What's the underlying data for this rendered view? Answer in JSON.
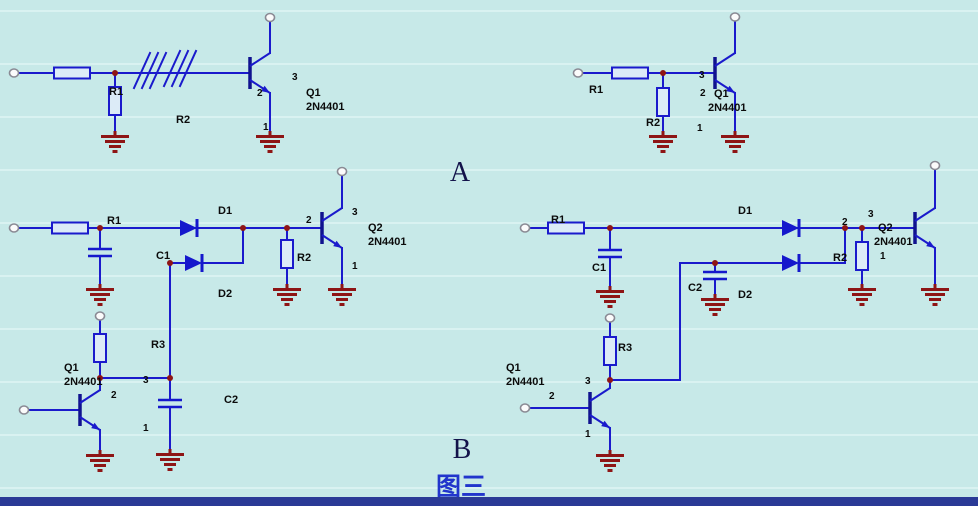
{
  "page": {
    "section_a": "A",
    "section_b": "B",
    "caption": "图三"
  },
  "colors": {
    "background": "#c7e9e8",
    "wire_blue": "#1a1acc",
    "component_blue": "#1518cc",
    "ground_red": "#8e1515",
    "label_black": "#0b0b0b",
    "section_label": "#13134a",
    "caption_blue": "#2135cc",
    "footer_bar": "#2a3a96"
  },
  "circuits": {
    "top_left": {
      "r1": "R1",
      "r2": "R2",
      "q_ref": "Q1",
      "q_part": "2N4401",
      "pin_c": "3",
      "pin_b": "2",
      "pin_e": "1"
    },
    "top_right": {
      "r1": "R1",
      "r2": "R2",
      "q_ref": "Q1",
      "q_part": "2N4401",
      "pin_c": "3",
      "pin_b": "2",
      "pin_e": "1"
    },
    "bottom_left": {
      "r1": "R1",
      "r2": "R2",
      "r3": "R3",
      "c1": "C1",
      "c2": "C2",
      "d1": "D1",
      "d2": "D2",
      "q2_ref": "Q2",
      "q2_part": "2N4401",
      "q2_pin_c": "3",
      "q2_pin_b": "2",
      "q2_pin_e": "1",
      "q1_ref": "Q1",
      "q1_part": "2N4401",
      "q1_pin_c": "3",
      "q1_pin_b": "2",
      "q1_pin_e": "1"
    },
    "bottom_right": {
      "r1": "R1",
      "r2": "R2",
      "r3": "R3",
      "c1": "C1",
      "c2": "C2",
      "d1": "D1",
      "d2": "D2",
      "q2_ref": "Q2",
      "q2_part": "2N4401",
      "q2_pin_c": "3",
      "q2_pin_b": "2",
      "q2_pin_e": "1",
      "q1_ref": "Q1",
      "q1_part": "2N4401",
      "q1_pin_c": "3",
      "q1_pin_b": "2",
      "q1_pin_e": "1"
    }
  }
}
